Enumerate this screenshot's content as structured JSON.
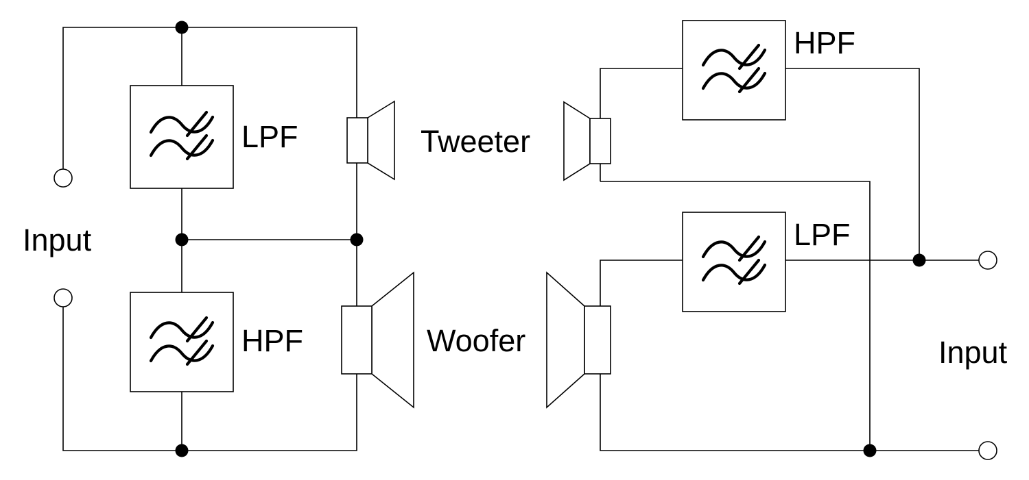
{
  "page": {
    "background": "#ffffff"
  },
  "diagram": {
    "kind": "speaker-crossover-wiring-schematic",
    "line_color": "#000000",
    "shape_fill": "#ffffff",
    "left_circuit": {
      "input_label": "Input",
      "top_filter_label": "LPF",
      "bottom_filter_label": "HPF",
      "top_speaker_label": "Tweeter",
      "bottom_speaker_label": "Woofer"
    },
    "right_circuit": {
      "input_label": "Input",
      "top_filter_label": "HPF",
      "bottom_filter_label": "LPF"
    },
    "icons": {
      "filter": "filter-wave-icon",
      "speaker": "speaker-icon",
      "junction": "junction-dot",
      "terminal": "open-terminal-circle"
    }
  }
}
